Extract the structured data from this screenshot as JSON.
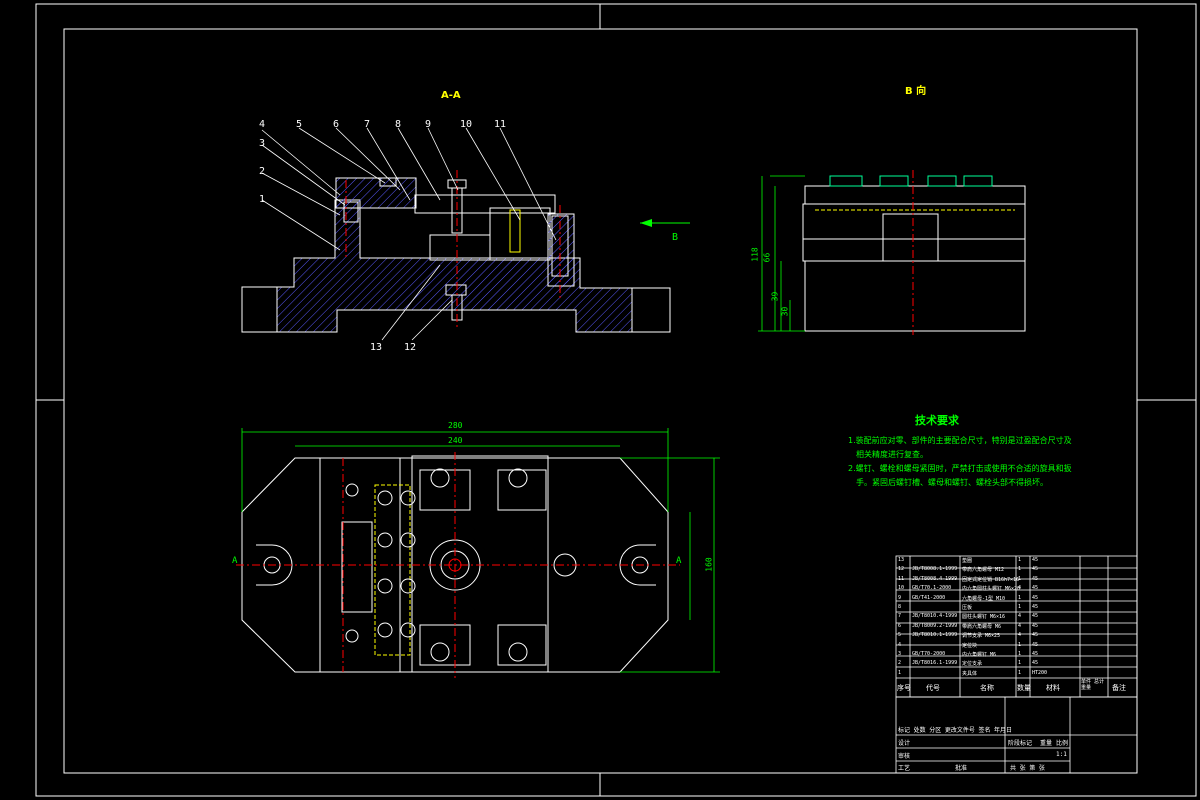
{
  "views": {
    "section_title": "A-A",
    "view_b_title": "B 向",
    "arrow_b_label": "B"
  },
  "part_labels": {
    "section": [
      "4",
      "5",
      "6",
      "7",
      "8",
      "9",
      "10",
      "11",
      "3",
      "2",
      "1",
      "13",
      "12"
    ]
  },
  "dimensions": {
    "plan_overall": "280",
    "plan_inner": "240",
    "plan_right_height": "160",
    "side_height_total": "118",
    "side_height_mid": "66",
    "side_height_low": "39",
    "side_height_base": "30",
    "section_a_left": "A",
    "section_a_right": "A"
  },
  "tech_requirements": {
    "title": "技术要求",
    "lines": [
      "1.装配前应对零、部件的主要配合尺寸，特别是过盈配合尺寸及",
      "相关精度进行复查。",
      "2.螺钉、螺栓和螺母紧固时，严禁打击或使用不合适的旋具和扳",
      "手。紧固后螺钉槽、螺母和螺钉、螺栓头部不得损坏。"
    ]
  },
  "bom": {
    "header": {
      "seq": "序号",
      "code": "代号",
      "name": "名称",
      "qty": "数量",
      "material": "材料",
      "weight": "单件 总计 重量",
      "remark": "备注"
    },
    "rows": [
      {
        "seq": "13",
        "code": "",
        "name": "垫圈",
        "qty": "1",
        "material": "45"
      },
      {
        "seq": "12",
        "code": "JB/T8008.1-1999",
        "name": "带肩六角螺母 M12",
        "qty": "1",
        "material": "45"
      },
      {
        "seq": "11",
        "code": "JB/T8008.4-1999",
        "name": "固定式定位销 B16h7×16",
        "qty": "1",
        "material": "45"
      },
      {
        "seq": "10",
        "code": "GB/T70.1-2000",
        "name": "内六角圆柱头螺钉 M6×20",
        "qty": "4",
        "material": "45"
      },
      {
        "seq": "9",
        "code": "GB/T41-2000",
        "name": "六角螺母-1型 M10",
        "qty": "1",
        "material": "45"
      },
      {
        "seq": "8",
        "code": "",
        "name": "压板",
        "qty": "1",
        "material": "45"
      },
      {
        "seq": "7",
        "code": "JB/T8010.4-1999",
        "name": "圆柱头螺钉 M6×16",
        "qty": "4",
        "material": "45"
      },
      {
        "seq": "6",
        "code": "JB/T8009.2-1999",
        "name": "带肩六角螺母 M6",
        "qty": "4",
        "material": "45"
      },
      {
        "seq": "5",
        "code": "JB/T8010.1-1999",
        "name": "调节支承 M6×25",
        "qty": "4",
        "material": "45"
      },
      {
        "seq": "4",
        "code": "",
        "name": "定位块",
        "qty": "1",
        "material": "45"
      },
      {
        "seq": "3",
        "code": "GB/T70-2000",
        "name": "内六角螺钉 M6",
        "qty": "1",
        "material": "45"
      },
      {
        "seq": "2",
        "code": "JB/T8016.1-1999",
        "name": "定位支承",
        "qty": "1",
        "material": "45"
      },
      {
        "seq": "1",
        "code": "",
        "name": "夹具体",
        "qty": "1",
        "material": "HT200"
      }
    ]
  },
  "title_block": {
    "r1": "标记 处数 分区 更改文件号 签名 年月日",
    "r2": "设计",
    "r3": "审核",
    "r4": "工艺",
    "r5": "批准",
    "stage": "阶段标记",
    "weight": "重量",
    "scale": "比例",
    "scale_value": "1:1",
    "sheets": "共 张 第 张"
  },
  "colors": {
    "outline": "#ffffff",
    "section": "#ffffff",
    "centerline": "#ff0000",
    "hidden": "#ffff00",
    "dimension": "#00ff00",
    "hatch": "#00ffff",
    "tech": "#00ff00"
  }
}
